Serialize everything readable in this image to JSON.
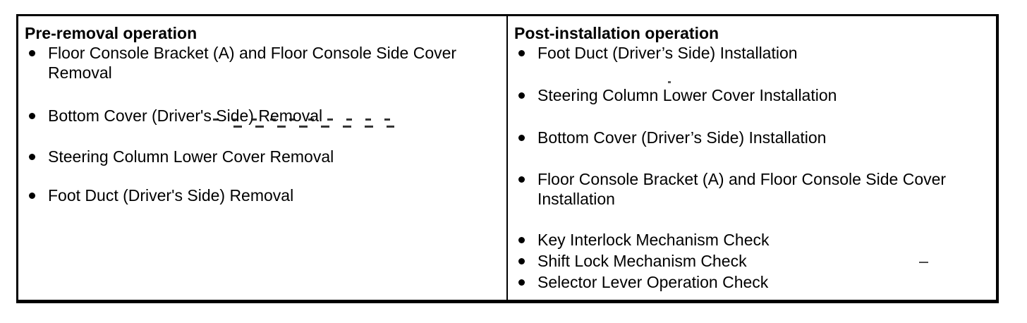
{
  "table": {
    "border_color": "#000000",
    "background_color": "#ffffff",
    "text_color": "#000000",
    "columns": [
      {
        "header": "Pre-removal operation",
        "items": [
          "Floor Console Bracket (A) and Floor Console Side Cover Removal",
          "Bottom Cover (Driver's Side) Removal",
          "Steering Column Lower Cover Removal",
          "Foot Duct (Driver's Side) Removal"
        ]
      },
      {
        "header": "Post-installation operation",
        "items": [
          "Foot Duct (Driver’s Side) Installation",
          "Steering Column Lower Cover Installation",
          "Bottom Cover (Driver’s Side) Installation",
          "Floor Console Bracket (A) and Floor Console Side Cover Installation",
          "Key Interlock Mechanism Check",
          "Shift Lock Mechanism Check",
          "Selector Lever Operation Check"
        ]
      }
    ]
  }
}
